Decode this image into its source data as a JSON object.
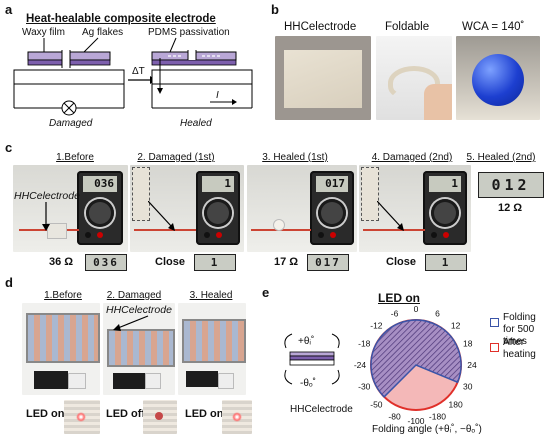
{
  "panel_a": {
    "label": "a",
    "title": "Heat-healable composite electrode",
    "waxy_film": "Waxy film",
    "ag_flakes": "Ag flakes",
    "pdms": "PDMS passivation",
    "delta_t": "ΔT",
    "current": "I",
    "damaged": "Damaged",
    "healed": "Healed"
  },
  "panel_b": {
    "label": "b",
    "caption_1": "HHCelectrode",
    "caption_2": "Foldable",
    "caption_3": "WCA = 140˚"
  },
  "panel_c": {
    "label": "c",
    "step_1": "1.Before",
    "step_2": "2. Damaged (1st)",
    "step_3": "3. Healed (1st)",
    "step_4": "4. Damaged (2nd)",
    "step_5": "5. Healed (2nd)",
    "photo_label": "HHCelectrode",
    "meter_1": "036",
    "meter_2": "1",
    "meter_3": "017",
    "meter_4": "1",
    "value_1": "36 Ω",
    "value_2": "Close",
    "value_3": "17 Ω",
    "value_4": "Close",
    "lcd_1": "036",
    "lcd_2": "1",
    "lcd_3": "017",
    "lcd_4": "1",
    "lcd_5": "012",
    "value_5": "12 Ω"
  },
  "panel_d": {
    "label": "d",
    "step_1": "1.Before",
    "step_2": "2. Damaged",
    "step_3": "3. Healed",
    "photo_label": "HHCelectrode",
    "led_1": "LED on",
    "led_2": "LED off",
    "led_3": "LED on"
  },
  "panel_e": {
    "label": "e",
    "title": "LED on",
    "pos_theta": "+θᵢ˚",
    "neg_theta": "-θₒ˚",
    "device": "HHCelectrode",
    "legend_1": "Folding for 500 times",
    "legend_2": "After heating",
    "axis_label": "Folding angle  (+θᵢ˚, −θₒ˚)",
    "colors": {
      "blue": "#3a54a8",
      "red": "#e0302a",
      "pink": "#f4b8b8"
    },
    "chart_data": {
      "type": "polar",
      "tick_labels": [
        "0",
        "6",
        "12",
        "18",
        "24",
        "30",
        "180",
        "-180",
        "-100",
        "-80",
        "-50",
        "-30",
        "-24",
        "-18",
        "-12",
        "-6"
      ],
      "series": [
        {
          "name": "Folding for 500 times",
          "coverage_deg": [
            "30",
            "-50"
          ]
        },
        {
          "name": "After heating",
          "coverage": "full"
        }
      ]
    }
  }
}
